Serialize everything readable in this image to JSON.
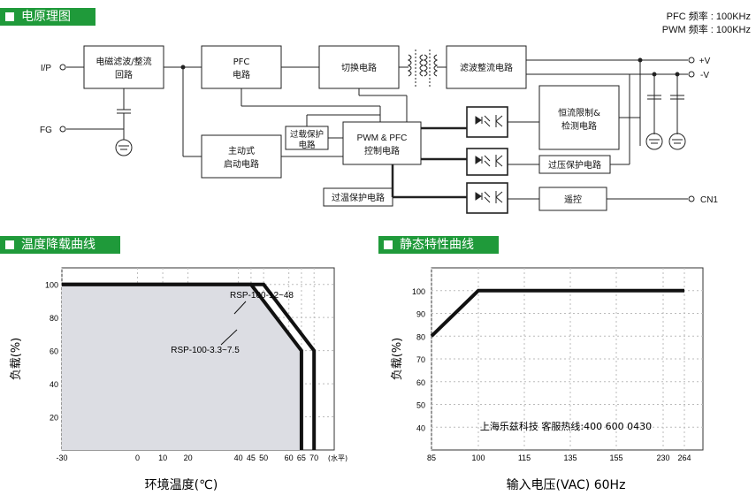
{
  "sections": {
    "schematic": "电原理图",
    "derating": "温度降载曲线",
    "static": "静态特性曲线"
  },
  "freq": {
    "pfc": "PFC 频率 : 100KHz",
    "pwm": "PWM 频率 : 100KHz"
  },
  "diagram": {
    "io": {
      "input": "I/P",
      "fg": "FG",
      "vplus": "+V",
      "vminus": "-V",
      "cn1": "CN1"
    },
    "blocks": {
      "emi_l1": "电磁滤波/整流",
      "emi_l2": "回路",
      "pfc_l1": "PFC",
      "pfc_l2": "电路",
      "switch": "切换电路",
      "rect": "滤波整流电路",
      "ccl_l1": "恒流限制&",
      "ccl_l2": "检测电路",
      "olp_l1": "过载保护",
      "olp_l2": "电路",
      "ctrl_l1": "PWM & PFC",
      "ctrl_l2": "控制电路",
      "start_l1": "主动式",
      "start_l2": "启动电路",
      "ovp": "过压保护电路",
      "otp": "过温保护电路",
      "remote": "遥控"
    }
  },
  "chart_data": [
    {
      "type": "line",
      "xlabel": "环境温度(℃)",
      "ylabel": "负载(%)",
      "x_unit_note": "(水平)",
      "xticks": [
        -30,
        0,
        10,
        20,
        40,
        45,
        50,
        60,
        65,
        70
      ],
      "yticks": [
        20,
        40,
        60,
        80,
        100
      ],
      "xlim": [
        -30,
        78
      ],
      "ylim": [
        0,
        110
      ],
      "series": [
        {
          "name": "RSP-100-3.3~7.5",
          "x": [
            -30,
            45,
            65,
            65
          ],
          "y": [
            100,
            100,
            60,
            0
          ]
        },
        {
          "name": "RSP-100-12~48",
          "x": [
            -30,
            50,
            70,
            70
          ],
          "y": [
            100,
            100,
            60,
            0
          ]
        }
      ]
    },
    {
      "type": "line",
      "xlabel": "输入电压(VAC) 60Hz",
      "ylabel": "负载(%)",
      "annotation": "上海乐兹科技 客服热线:400 600 0430",
      "xticks": [
        "85",
        "100",
        "115",
        "135",
        "155",
        "230",
        "264"
      ],
      "yticks": [
        40,
        50,
        60,
        70,
        80,
        90,
        100
      ],
      "ylim": [
        30,
        110
      ],
      "series": [
        {
          "x": [
            "85",
            "100",
            "264"
          ],
          "y": [
            80,
            100,
            100
          ]
        }
      ]
    }
  ]
}
